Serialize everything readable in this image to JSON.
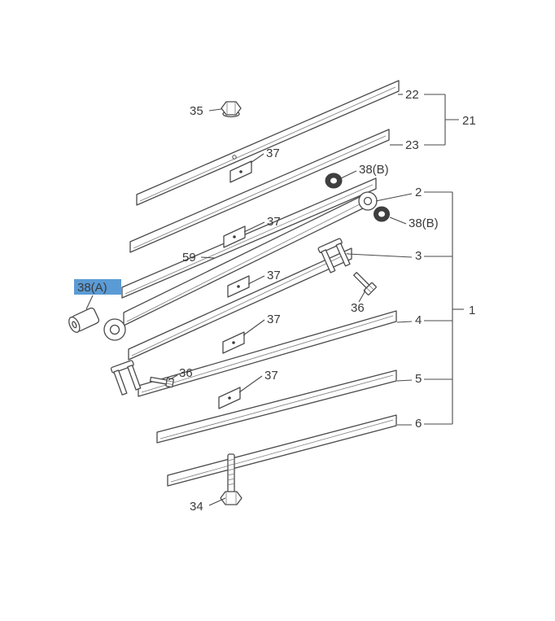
{
  "diagram": {
    "kind": "leaf-spring-exploded-parts-diagram",
    "colors": {
      "background": "#ffffff",
      "line": "#4a4a4a",
      "highlight": "#5b9bd5",
      "part_dark": "#3f3f3f"
    },
    "labels": {
      "n22": "22",
      "n21": "21",
      "n23": "23",
      "n35": "35",
      "n37_1": "37",
      "n37_2": "37",
      "n37_3": "37",
      "n37_4": "37",
      "n37_5": "37",
      "n38b_1": "38(B)",
      "n38b_2": "38(B)",
      "n38a": "38(A)",
      "n2": "2",
      "n59": "59",
      "n3": "3",
      "n36_1": "36",
      "n36_2": "36",
      "n4": "4",
      "n5": "5",
      "n6": "6",
      "n34": "34",
      "n1": "1"
    }
  }
}
